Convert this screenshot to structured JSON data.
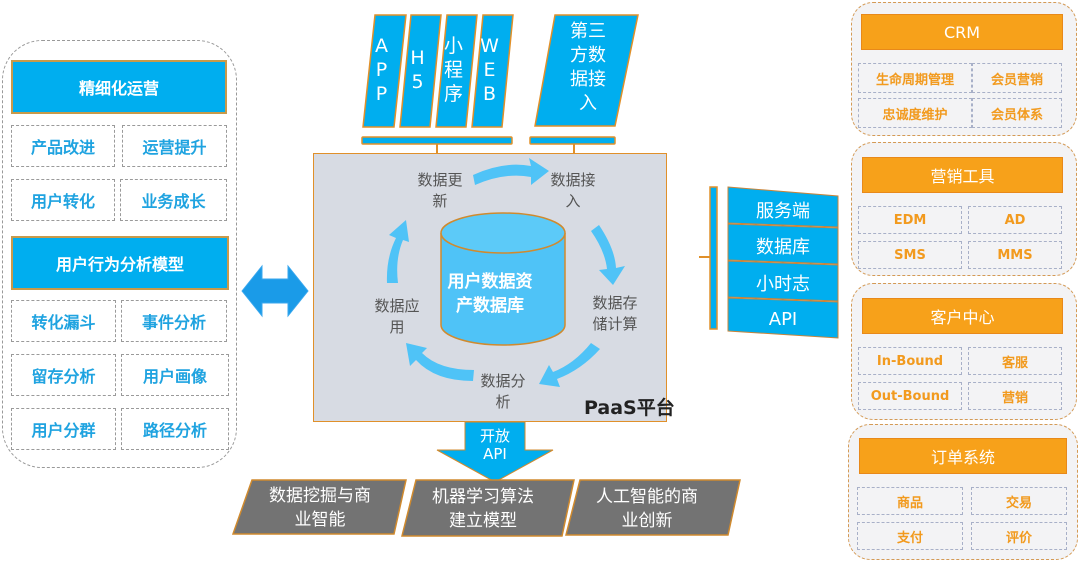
{
  "left": {
    "section1": {
      "title": "精细化运营",
      "items": [
        "产品改进",
        "运营提升",
        "用户转化",
        "业务成长"
      ]
    },
    "section2": {
      "title": "用户行为分析模型",
      "items": [
        "转化漏斗",
        "事件分析",
        "留存分析",
        "用户画像",
        "用户分群",
        "路径分析"
      ]
    }
  },
  "channels": {
    "left_group": [
      {
        "label": "A\nP\nP"
      },
      {
        "label": "H\n5"
      },
      {
        "label": "小\n程\n序"
      },
      {
        "label": "W\nE\nB"
      }
    ],
    "third_party": "第三\n方数\n据接\n入"
  },
  "platform": {
    "name": "PaaS平台",
    "database": "用户数据资\n产数据库",
    "cycle": [
      {
        "label": "数据更\n新"
      },
      {
        "label": "数据接\n入"
      },
      {
        "label": "数据存\n储计算"
      },
      {
        "label": "数据分\n析"
      },
      {
        "label": "数据应\n用"
      }
    ],
    "open_api": "开放\nAPI"
  },
  "side_sources": [
    "服务端",
    "数据库",
    "小时志",
    "API"
  ],
  "outputs": [
    "数据挖掘与商\n业智能",
    "机器学习算法\n建立模型",
    "人工智能的商\n业创新"
  ],
  "right": [
    {
      "title": "CRM",
      "items": [
        "生命周期管理",
        "会员营销",
        "忠诚度维护",
        "会员体系"
      ]
    },
    {
      "title": "营销工具",
      "items": [
        "EDM",
        "AD",
        "SMS",
        "MMS"
      ]
    },
    {
      "title": "客户中心",
      "items": [
        "In-Bound",
        "客服",
        "Out-Bound",
        "营销"
      ]
    },
    {
      "title": "订单系统",
      "items": [
        "商品",
        "交易",
        "支付",
        "评价"
      ]
    }
  ],
  "colors": {
    "primary_blue": "#00aeef",
    "light_blue": "#4fc3f7",
    "orange": "#f7a11a",
    "gray_box": "#737373",
    "platform_bg": "#d7dbe3"
  }
}
